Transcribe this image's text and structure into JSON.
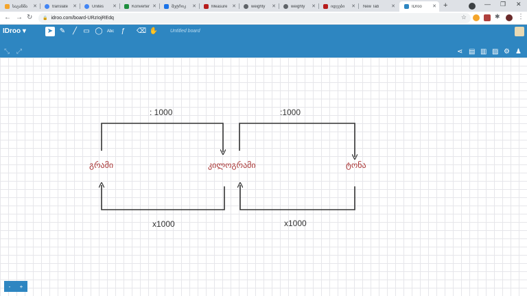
{
  "browser": {
    "tabs": [
      {
        "label": "საგანმა",
        "icon": "orange-face-icon",
        "color": "#f4a52c"
      },
      {
        "label": "translate",
        "icon": "google-icon",
        "color": "#4285f4"
      },
      {
        "label": "Unités",
        "icon": "google-icon",
        "color": "#4285f4"
      },
      {
        "label": "Konverter",
        "icon": "check-icon",
        "color": "#1e8e3e"
      },
      {
        "label": "მეტრიკ",
        "icon": "doc-icon",
        "color": "#1a73e8"
      },
      {
        "label": "Measure",
        "icon": "flag-icon",
        "color": "#b71c1c"
      },
      {
        "label": "weighty",
        "icon": "globe-icon",
        "color": "#5f6368"
      },
      {
        "label": "weighty",
        "icon": "globe-icon",
        "color": "#5f6368"
      },
      {
        "label": "იდეები",
        "icon": "flag-icon",
        "color": "#b71c1c"
      },
      {
        "label": "New Tab",
        "icon": "",
        "color": ""
      },
      {
        "label": "IDroo",
        "icon": "idroo-icon",
        "color": "#2e86c1"
      }
    ],
    "url": "idroo.com/board-URzIojREdq"
  },
  "app": {
    "logo": "IDroo",
    "board_name": "Untitled board",
    "text_tool_label": "Abc"
  },
  "board": {
    "top_left_label": ": 1000",
    "top_right_label": ":1000",
    "bottom_left_label": "x1000",
    "bottom_right_label": "x1000",
    "unit_gram": "გრამი",
    "unit_kilogram": "კილოგრამი",
    "unit_ton": "ტონა"
  },
  "zoom": {
    "minus": "-",
    "plus": "+"
  }
}
